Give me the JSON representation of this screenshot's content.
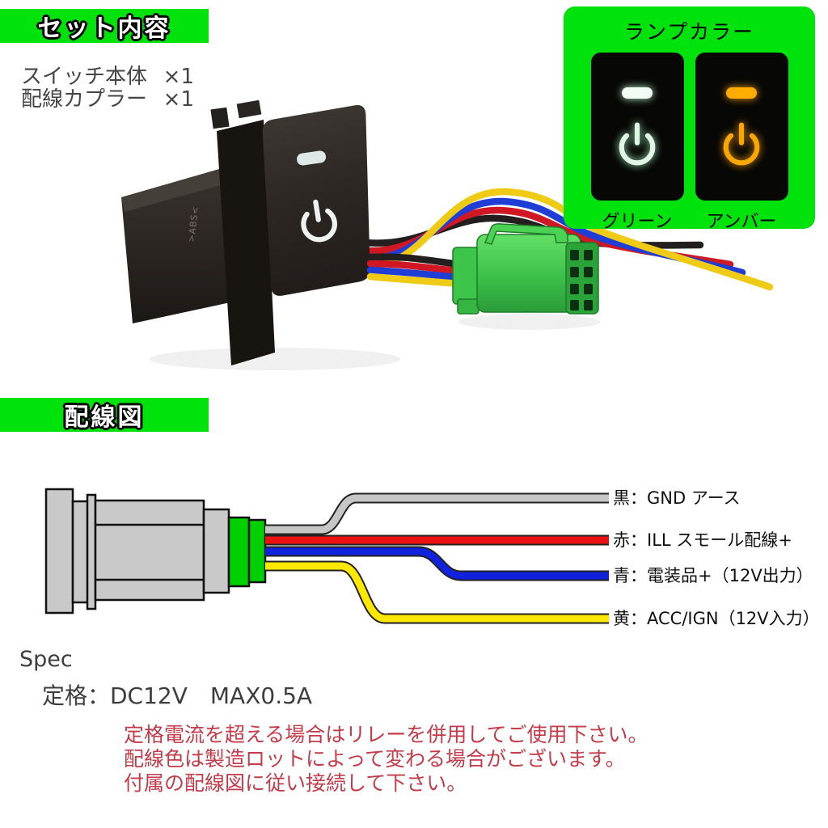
{
  "colors": {
    "banner_green": "#00e20b",
    "lamp_green": "#e2f4e6",
    "lamp_amber": "#ffac00",
    "warning_red": "#c43b49",
    "wire_black": "#222222",
    "wire_red": "#dd1122",
    "wire_blue": "#1122cc",
    "wire_yellow": "#f2d411",
    "diagram_gray": "#c9c9c9",
    "coupler_green": "#3dc44a"
  },
  "set_section": {
    "banner_label": "セット内容",
    "items": [
      {
        "name": "スイッチ本体",
        "qty": "×1"
      },
      {
        "name": "配線カプラー",
        "qty": "×1"
      }
    ]
  },
  "lamp_panel": {
    "title": "ランプカラー",
    "options": [
      {
        "label": "グリーン"
      },
      {
        "label": "アンバー"
      }
    ]
  },
  "photo": {
    "molded_marking": ">ABS<"
  },
  "wiring_section": {
    "banner_label": "配線図",
    "wire_labels": [
      "黒：GND アース",
      "赤：ILL スモール配線+",
      "青：電装品+（12V出力）",
      "黄：ACC/IGN（12V入力）"
    ]
  },
  "spec_section": {
    "heading": "Spec",
    "rating": "定格：DC12V　MAX0.5A"
  },
  "notes": [
    "定格電流を超える場合はリレーを併用してご使用下さい。",
    "配線色は製造ロットによって変わる場合がございます。",
    "付属の配線図に従い接続して下さい。"
  ]
}
